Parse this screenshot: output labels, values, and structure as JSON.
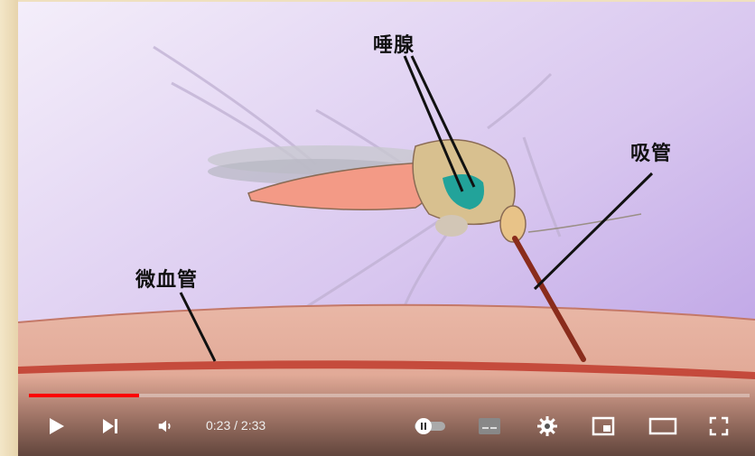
{
  "video": {
    "labels": {
      "salivary_glands": "唾腺",
      "proboscis": "吸管",
      "capillary": "微血管"
    },
    "progress_fraction": 0.153
  },
  "controls": {
    "current_time": "0:23",
    "separator": " / ",
    "duration": "2:33",
    "icons": [
      "play-icon",
      "next-icon",
      "volume-icon",
      "autoplay-toggle-icon",
      "subtitles-icon",
      "settings-icon",
      "miniplayer-icon",
      "theater-mode-icon",
      "fullscreen-icon"
    ],
    "accent_color": "#ff0000"
  }
}
